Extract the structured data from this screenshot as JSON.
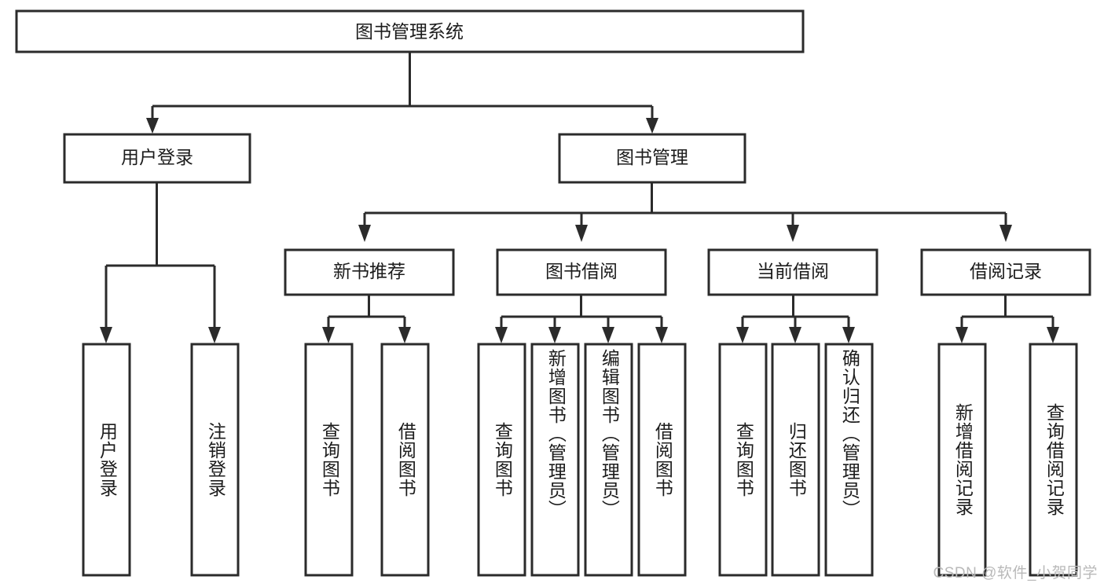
{
  "diagram": {
    "type": "tree-hierarchy-chart",
    "title": "图书管理系统",
    "orientation": "top-down",
    "colors": {
      "box_stroke": "#2b2b2b",
      "box_fill": "#ffffff",
      "connector": "#2b2b2b",
      "text": "#1c1c1c",
      "watermark": "#b9b9b9",
      "background": "#ffffff"
    },
    "levels": {
      "root": {
        "label": "图书管理系统"
      },
      "level2": [
        {
          "id": "user-login",
          "label": "用户登录"
        },
        {
          "id": "book-management",
          "label": "图书管理"
        }
      ],
      "level3": [
        {
          "id": "new-book-recommend",
          "label": "新书推荐",
          "parent": "book-management"
        },
        {
          "id": "book-borrow",
          "label": "图书借阅",
          "parent": "book-management"
        },
        {
          "id": "current-borrow",
          "label": "当前借阅",
          "parent": "book-management"
        },
        {
          "id": "borrow-record",
          "label": "借阅记录",
          "parent": "book-management"
        }
      ],
      "leaves": [
        {
          "id": "leaf-user-login",
          "label": "用户登录",
          "parent": "user-login"
        },
        {
          "id": "leaf-logout-login",
          "label": "注销登录",
          "parent": "user-login"
        },
        {
          "id": "leaf-query-book-1",
          "label": "查询图书",
          "parent": "new-book-recommend"
        },
        {
          "id": "leaf-borrow-book-1",
          "label": "借阅图书",
          "parent": "new-book-recommend"
        },
        {
          "id": "leaf-query-book-2",
          "label": "查询图书",
          "parent": "book-borrow"
        },
        {
          "id": "leaf-add-book",
          "label": "新增图书（管理员）",
          "parent": "book-borrow"
        },
        {
          "id": "leaf-edit-book",
          "label": "编辑图书（管理员）",
          "parent": "book-borrow"
        },
        {
          "id": "leaf-borrow-book-2",
          "label": "借阅图书",
          "parent": "book-borrow"
        },
        {
          "id": "leaf-query-book-3",
          "label": "查询图书",
          "parent": "current-borrow"
        },
        {
          "id": "leaf-return-book",
          "label": "归还图书",
          "parent": "current-borrow"
        },
        {
          "id": "leaf-confirm-return",
          "label": "确认归还（管理员）",
          "parent": "current-borrow"
        },
        {
          "id": "leaf-add-record",
          "label": "新增借阅记录",
          "parent": "borrow-record"
        },
        {
          "id": "leaf-query-record",
          "label": "查询借阅记录",
          "parent": "borrow-record"
        }
      ]
    }
  },
  "watermark": {
    "text": "CSDN @软件_小贺同学"
  }
}
